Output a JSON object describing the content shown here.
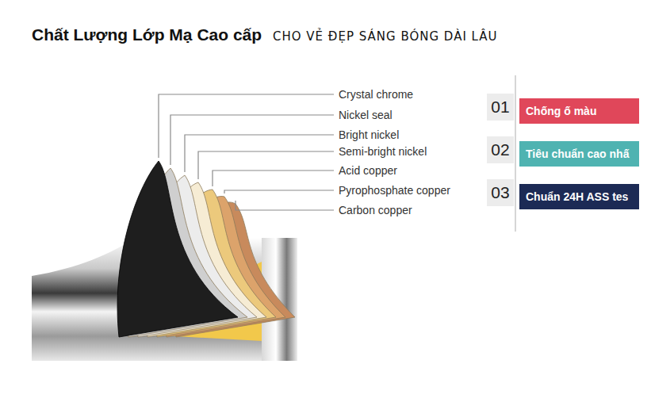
{
  "diagram": {
    "title": "Chất Lượng Lớp Mạ Cao cấp",
    "nodes": [
      {
        "text": [
          "01",
          "Chống ố màu"
        ]
      },
      {
        "text": [
          "02",
          "Tiêu chuẩn cao nhấ"
        ]
      },
      {
        "text": [
          "03",
          "Chuẩn 24H ASS tes"
        ]
      }
    ],
    "labels": [
      "CHO VẺ ĐẸP SÁNG BÓNG DÀI LÂU",
      "Crystal chrome",
      "Nickel seal",
      "Bright nickel",
      "Semi-bright nickel",
      "Acid copper",
      "Pyrophosphate copper",
      "Carbon copper"
    ]
  }
}
